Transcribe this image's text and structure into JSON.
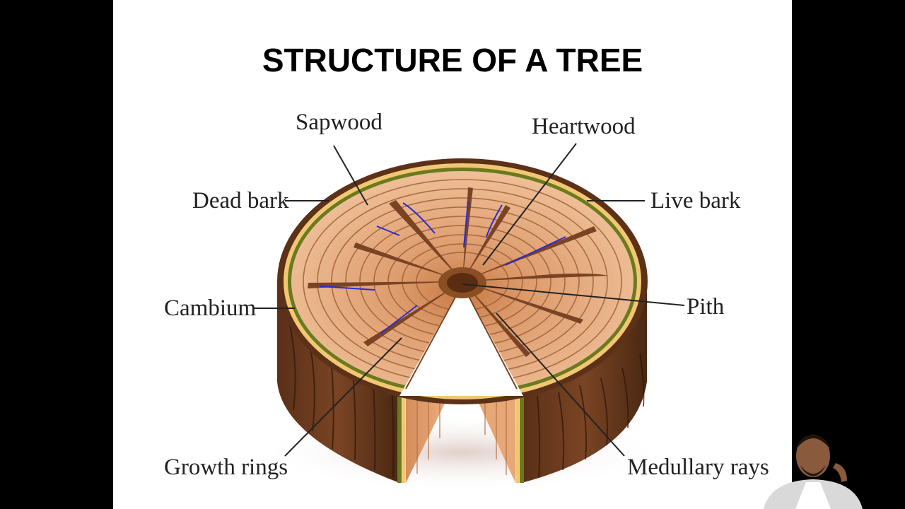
{
  "slide": {
    "title": "STRUCTURE OF A TREE"
  },
  "labels": {
    "sapwood": "Sapwood",
    "heartwood": "Heartwood",
    "dead_bark": "Dead bark",
    "live_bark": "Live bark",
    "cambium": "Cambium",
    "pith": "Pith",
    "growth_rings": "Growth rings",
    "medullary_rays": "Medullary rays"
  },
  "colors": {
    "background": "#000000",
    "slide": "#ffffff",
    "bark": "#6b3a1c",
    "bark_dark": "#3e2210",
    "sapwood": "#e8b087",
    "heartwood": "#d99466",
    "live_bark": "#f2c774",
    "cambium": "#6b7a1e",
    "ray": "#7a4424",
    "pen_annotation": "#2b2bd6"
  }
}
